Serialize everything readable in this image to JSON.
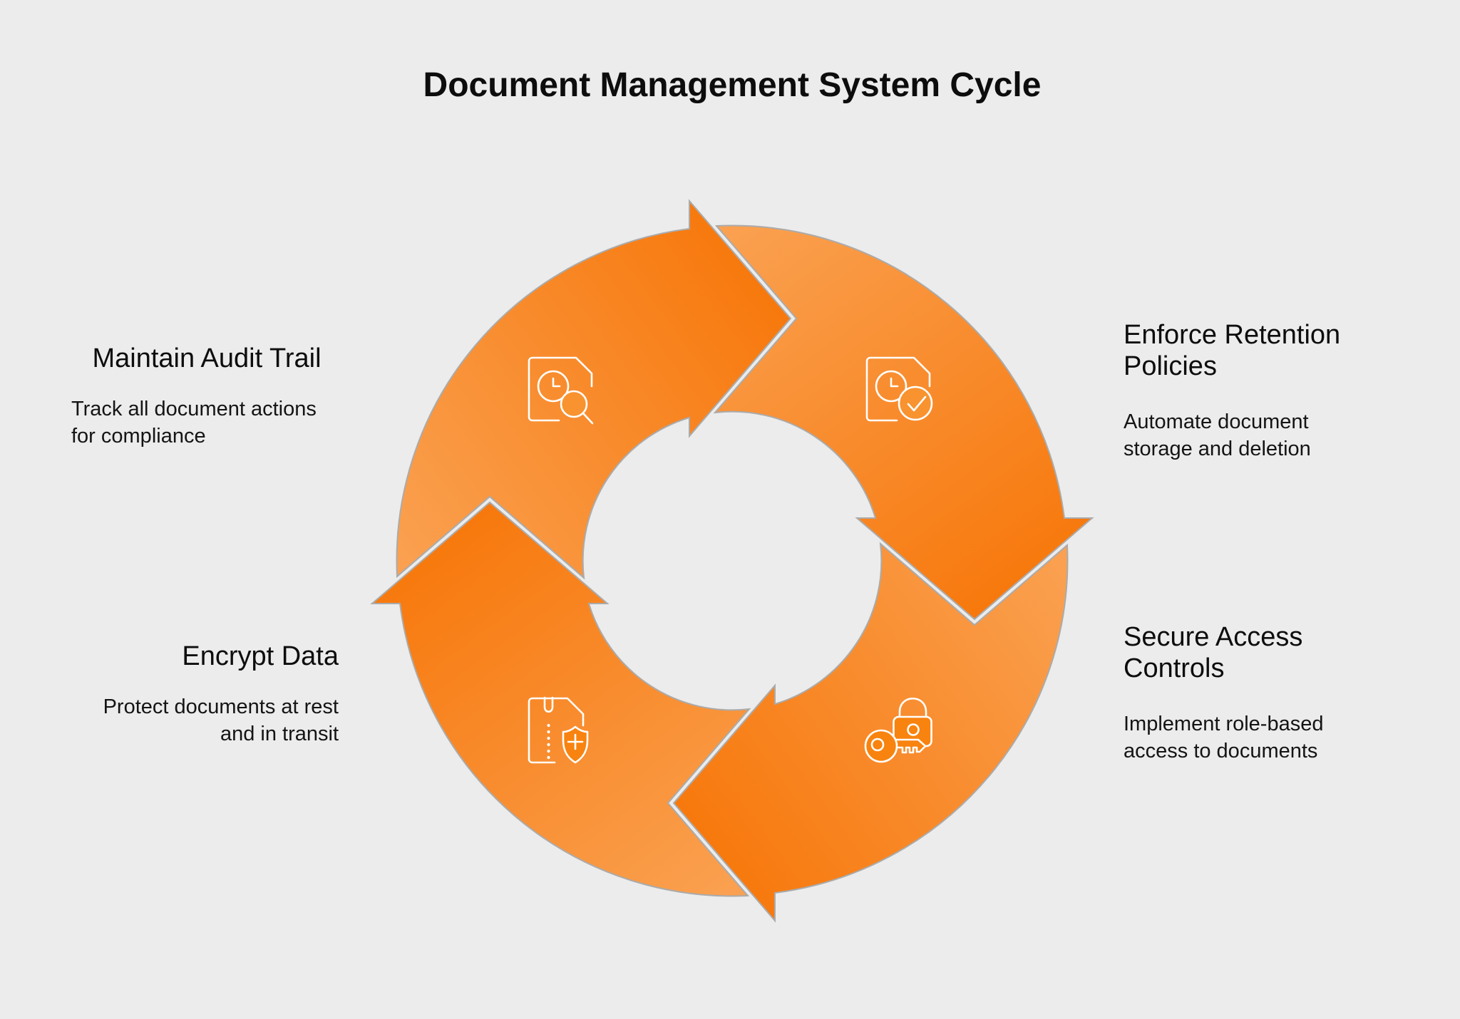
{
  "title": "Document Management System Cycle",
  "colors": {
    "background": "#ececec",
    "arrow_gradient_light": "#FAA558",
    "arrow_gradient_dark": "#F7770A",
    "segment_outline": "#ABABAB",
    "icon_stroke": "#FFFFFF",
    "text": "#0d0d0d"
  },
  "cycle": {
    "segment_count": 4,
    "direction": "clockwise"
  },
  "steps": [
    {
      "position": "top-left",
      "heading": "Maintain Audit Trail",
      "body": "Track all document actions\nfor compliance",
      "icon": "document-clock-magnifier-icon"
    },
    {
      "position": "top-right",
      "heading": "Enforce Retention\nPolicies",
      "body": "Automate document\nstorage and deletion",
      "icon": "document-clock-check-icon"
    },
    {
      "position": "bottom-right",
      "heading": "Secure Access\nControls",
      "body": "Implement role-based\naccess to documents",
      "icon": "lock-key-icon"
    },
    {
      "position": "bottom-left",
      "heading": "Encrypt Data",
      "body": "Protect documents at rest\nand in transit",
      "icon": "zip-document-shield-icon"
    }
  ]
}
